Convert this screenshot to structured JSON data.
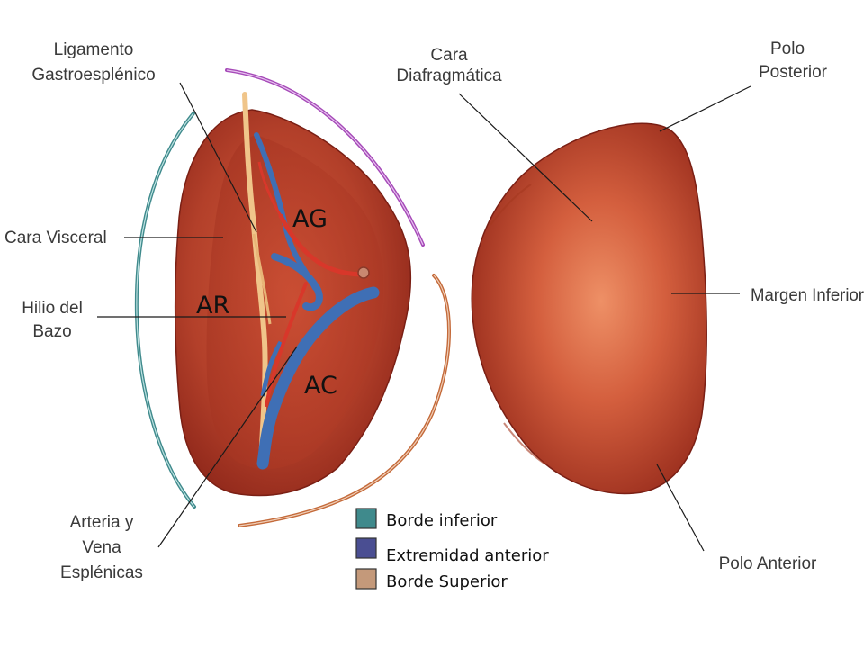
{
  "labels": {
    "ligamento_l1": "Ligamento",
    "ligamento_l2": "Gastroesplénico",
    "cara_visceral": "Cara Visceral",
    "hilio_l1": "Hilio del",
    "hilio_l2": "Bazo",
    "arteria_l1": "Arteria y",
    "arteria_l2": "Vena",
    "arteria_l3": "Esplénicas",
    "cara_diafrag_l1": "Cara",
    "cara_diafrag_l2": "Diafragmática",
    "polo_post_l1": "Polo",
    "polo_post_l2": "Posterior",
    "margen_inferior": "Margen Inferior",
    "polo_anterior": "Polo Anterior"
  },
  "zones": {
    "ag": "AG",
    "ar": "AR",
    "ac": "AC"
  },
  "legend": [
    {
      "label": "Borde inferior",
      "color": "#3f8a8c"
    },
    {
      "label": "Extremidad anterior",
      "color": "#4a4e92"
    },
    {
      "label": "Borde Superior",
      "color": "#c4997a"
    }
  ],
  "colors": {
    "organ_dark": "#9a2a1c",
    "organ_mid": "#c44a30",
    "organ_light": "#e27a55",
    "vein": "#3f6fb5",
    "artery": "#d8372a",
    "ligament": "#f0c58a",
    "bracket_teal": "#3f8a8c",
    "bracket_purple": "#a64ab8",
    "bracket_orange": "#c46a3a"
  }
}
